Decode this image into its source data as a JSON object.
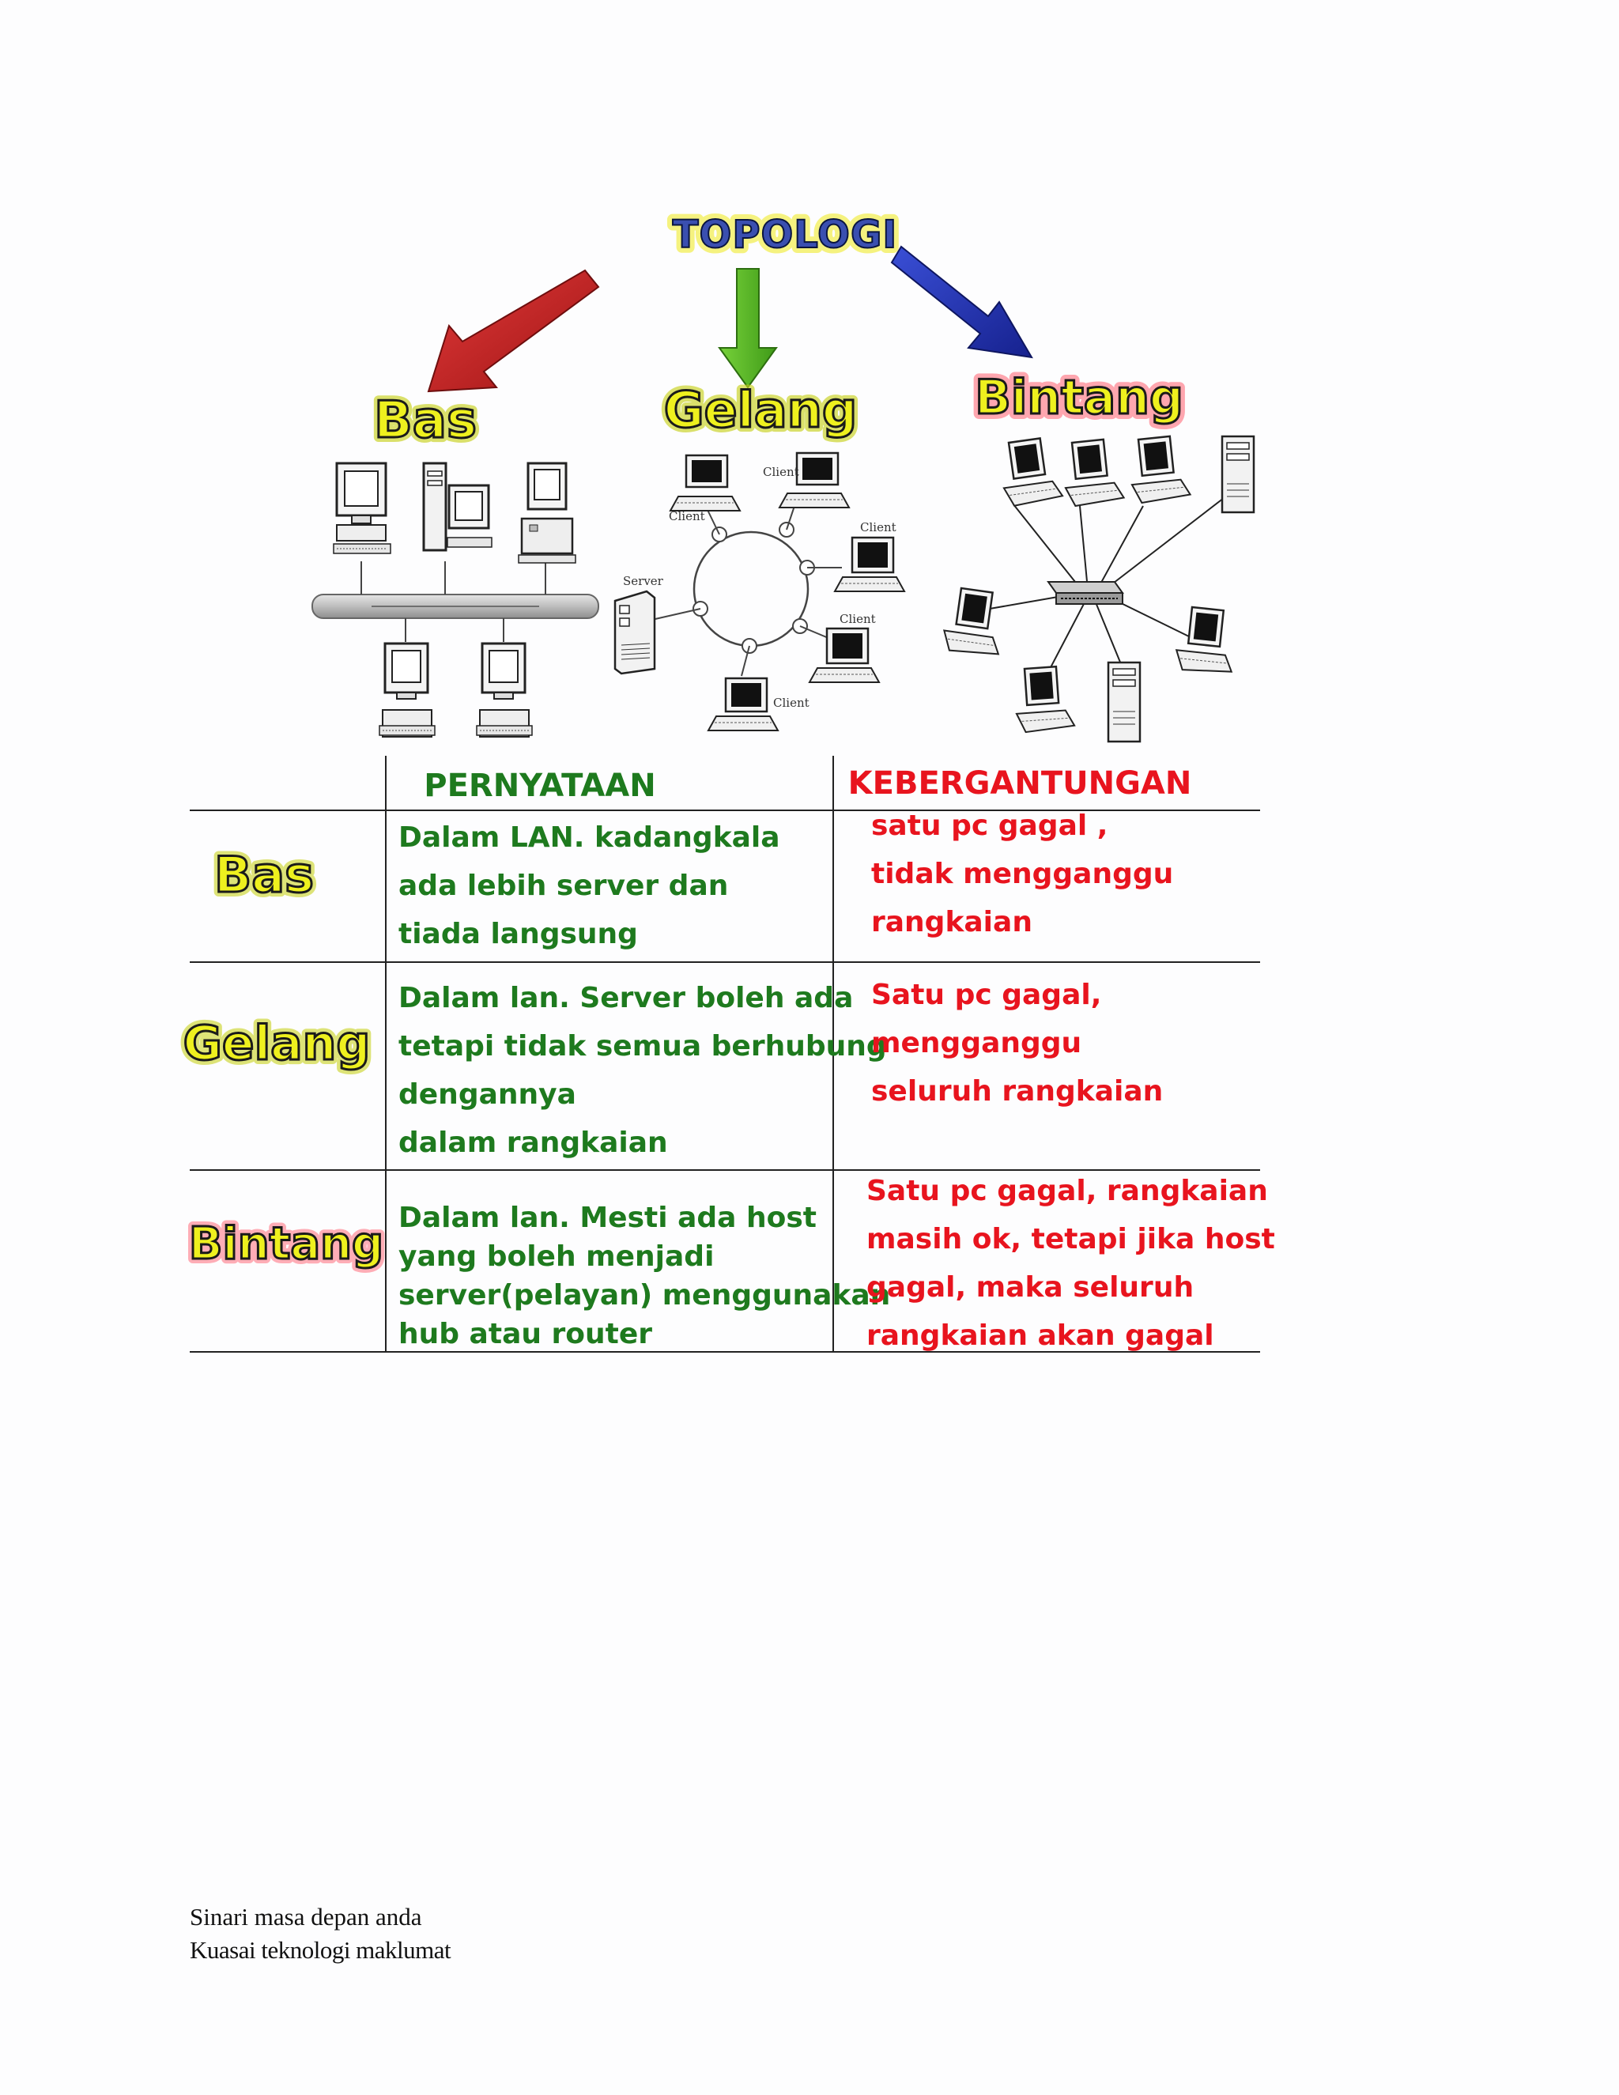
{
  "diagram": {
    "title": "TOPOLOGI",
    "branches": {
      "bas": "Bas",
      "gelang": "Gelang",
      "bintang": "Bintang"
    },
    "gelang_labels": {
      "client_top": "Client",
      "client_left": "Client",
      "client_right": "Client",
      "client_right_lower": "Client",
      "client_bottom": "Client",
      "server": "Server"
    }
  },
  "table": {
    "header_statement": "PERNYATAAN",
    "header_dependency": "KEBERGANTUNGAN",
    "rows": [
      {
        "label": "Bas",
        "statement": [
          "Dalam LAN. kadangkala",
          "ada lebih server dan",
          "tiada langsung"
        ],
        "dependency": [
          "satu pc gagal ,",
          "tidak mengganggu",
          "rangkaian"
        ]
      },
      {
        "label": "Gelang",
        "statement": [
          "Dalam lan. Server boleh ada",
          "tetapi tidak semua berhubung",
          "dengannya",
          "dalam rangkaian"
        ],
        "dependency": [
          "Satu pc gagal,",
          "mengganggu",
          "seluruh rangkaian"
        ]
      },
      {
        "label": "Bintang",
        "statement": [
          "Dalam lan. Mesti ada host",
          "yang boleh menjadi",
          "server(pelayan) menggunakan",
          "hub atau router"
        ],
        "dependency": [
          "Satu pc gagal, rangkaian",
          "masih ok, tetapi jika host",
          "gagal, maka seluruh",
          "rangkaian akan gagal"
        ]
      }
    ]
  },
  "colors": {
    "statement_text": "#1e7a1e",
    "dependency_text": "#e8141e",
    "label_fill": "#eef01e",
    "label_glow": "#c8d21e",
    "title_fill": "#3a4fb0",
    "title_glow": "#f4f060",
    "arrow_left": "#cc2222",
    "arrow_middle": "#55bb22",
    "arrow_right": "#2233bb",
    "bintang_glow": "#ff6070"
  },
  "footer": {
    "line1": "Sinari masa depan anda",
    "line2": "Kuasai teknologi maklumat"
  }
}
